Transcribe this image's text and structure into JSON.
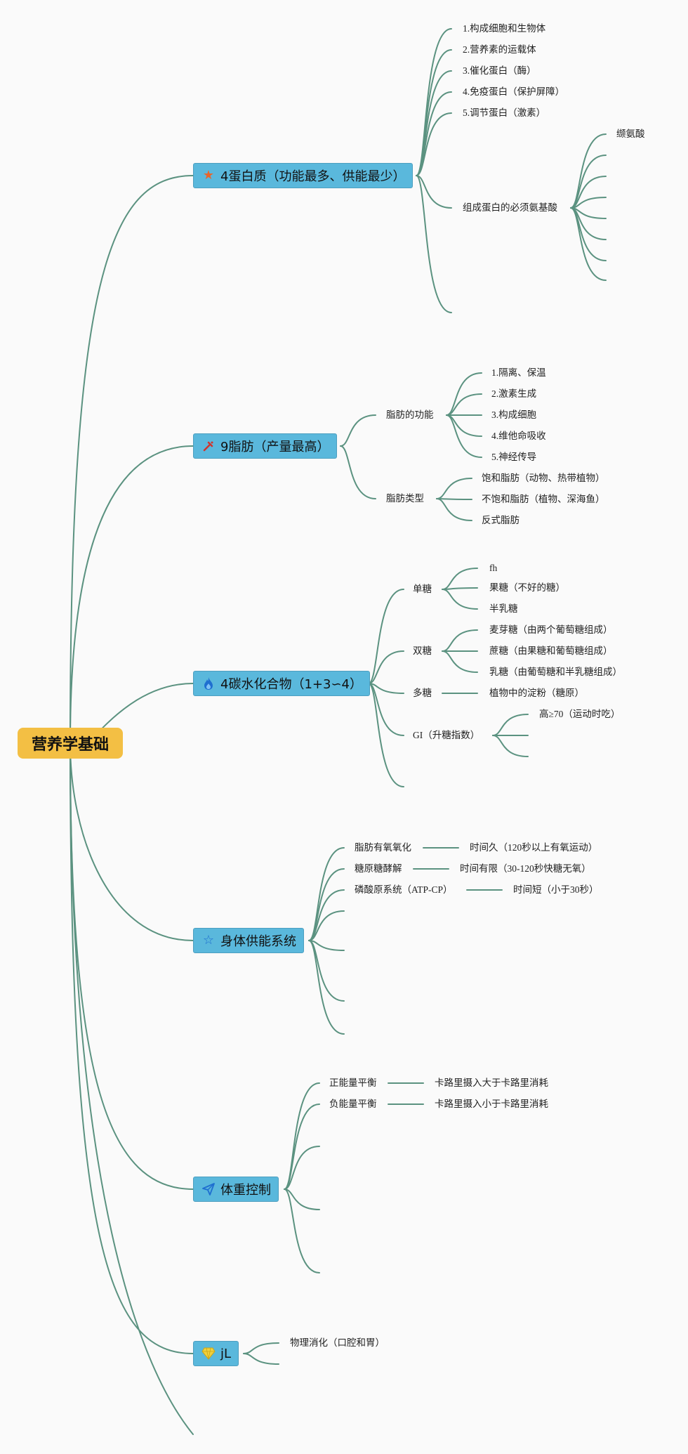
{
  "root": "营养学基础",
  "colors": {
    "root_fill": "#f3bf44",
    "branch_fill": "#5ab8dc",
    "edge": "#5b9280",
    "background": "#fafafa"
  },
  "protein": {
    "icon": "star-icon",
    "title": "4蛋白质（功能最多、供能最少）",
    "functions": [
      "1.构成细胞和生物体",
      "2.营养素的运载体",
      "3.催化蛋白（酶）",
      "4.免疫蛋白（保护屏障）",
      "5.调节蛋白（激素）"
    ],
    "amino_label": "组成蛋白的必须氨基酸",
    "amino_acids": [
      "缬氨酸"
    ]
  },
  "fat": {
    "icon": "tools-icon",
    "title": "9脂肪（产量最高）",
    "function_label": "脂肪的功能",
    "functions": [
      "1.隔离、保温",
      "2.激素生成",
      "3.构成细胞",
      "4.维他命吸收",
      "5.神经传导"
    ],
    "type_label": "脂肪类型",
    "types": [
      "饱和脂肪（动物、热带植物）",
      "不饱和脂肪（植物、深海鱼）",
      "反式脂肪"
    ]
  },
  "carbs": {
    "icon": "flame-icon",
    "title": "4碳水化合物（1+3∽4）",
    "mono_label": "单糖",
    "mono": [
      "fh",
      "果糖（不好的糖）",
      "半乳糖"
    ],
    "di_label": "双糖",
    "di": [
      "麦芽糖（由两个葡萄糖组成）",
      "蔗糖（由果糖和葡萄糖组成）",
      "乳糖（由葡萄糖和半乳糖组成）"
    ],
    "poly_label": "多糖",
    "poly": "植物中的淀粉（糖原）",
    "gi_label": "GI（升糖指数）",
    "gi": [
      "高≥70（运动时吃）"
    ]
  },
  "energy": {
    "icon": "star-outline-icon",
    "title": "身体供能系统",
    "systems": [
      {
        "name": "脂肪有氧氧化",
        "detail": "时间久（120秒以上有氧运动）"
      },
      {
        "name": "糖原糖酵解",
        "detail": "时间有限（30-120秒快糖无氧）"
      },
      {
        "name": "磷酸原系统（ATP-CP）",
        "detail": "时间短（小于30秒）"
      }
    ]
  },
  "weight": {
    "icon": "send-icon",
    "title": "体重控制",
    "items": [
      {
        "name": "正能量平衡",
        "detail": "卡路里摄入大于卡路里消耗"
      },
      {
        "name": "负能量平衡",
        "detail": "卡路里摄入小于卡路里消耗"
      }
    ]
  },
  "digest": {
    "icon": "gem-icon",
    "title": "jL",
    "items": [
      "物理消化（口腔和胃）"
    ]
  }
}
